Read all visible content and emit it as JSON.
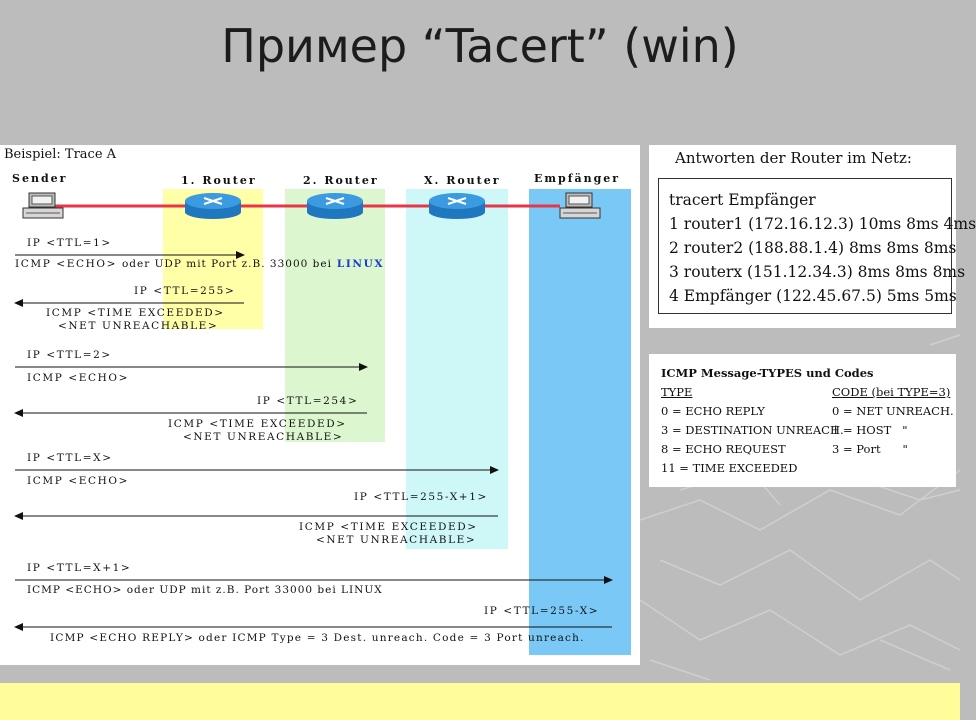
{
  "slide": {
    "title": "Пример “Tacert”  (win)"
  },
  "diagram": {
    "label": "Beispiel: Trace A",
    "headers": {
      "sender": "Sender",
      "router1": "1. Router",
      "router2": "2. Router",
      "routerx": "X. Router",
      "receiver": "Empfänger"
    },
    "exchanges": {
      "ex1": {
        "request": "IP <TTL=1>",
        "echo": "ICMP <ECHO>",
        "echo_alt_prefix": "oder UDP mit Port z.B. 33000 bei",
        "echo_alt_os": "LINUX",
        "reply": "IP <TTL=255>",
        "error_line1": "ICMP <TIME EXCEEDED>",
        "error_line2": "<NET UNREACHABLE>"
      },
      "ex2": {
        "request": "IP <TTL=2>",
        "echo": "ICMP <ECHO>",
        "reply": "IP <TTL=254>",
        "error_line1": "ICMP <TIME EXCEEDED>",
        "error_line2": "<NET UNREACHABLE>"
      },
      "ex3": {
        "request": "IP <TTL=X>",
        "echo": "ICMP <ECHO>",
        "reply": "IP <TTL=255-X+1>",
        "error_line1": "ICMP <TIME EXCEEDED>",
        "error_line2": "<NET UNREACHABLE>"
      },
      "ex4": {
        "request": "IP <TTL=X+1>",
        "echo": "ICMP <ECHO> oder UDP mit z.B. Port 33000 bei LINUX",
        "reply": "IP <TTL=255-X>",
        "final": "ICMP <ECHO REPLY> oder ICMP Type = 3  Dest. unreach.  Code = 3 Port unreach."
      }
    }
  },
  "responses": {
    "title": "Antworten der Router im Netz:",
    "lines": [
      "tracert Empfänger",
      "1 router1 (172.16.12.3) 10ms 8ms 4ms",
      "2 router2 (188.88.1.4) 8ms 8ms 8ms",
      "3 routerx (151.12.34.3) 8ms 8ms 8ms",
      "4 Empfänger (122.45.67.5) 5ms 5ms"
    ]
  },
  "icmp_types": {
    "title": "ICMP Message-TYPES und Codes",
    "type_header": "TYPE",
    "code_header": "CODE (bei TYPE=3)",
    "types": [
      "0 = ECHO REPLY",
      "3 = DESTINATION UNREACH.",
      "8 = ECHO REQUEST",
      "11 = TIME EXCEEDED"
    ],
    "codes": [
      "0 = NET UNREACH.",
      "1 = HOST   \"",
      "3 = Port      \""
    ]
  },
  "colors": {
    "router1_band": "#ffffa8",
    "router2_band": "#dcf7cf",
    "routerx_band": "#cef7f7",
    "receiver_band": "#79c8f5",
    "link_line": "#e8354a",
    "router_icon": "#2f8fd6",
    "footer_band": "#fffd9a"
  }
}
